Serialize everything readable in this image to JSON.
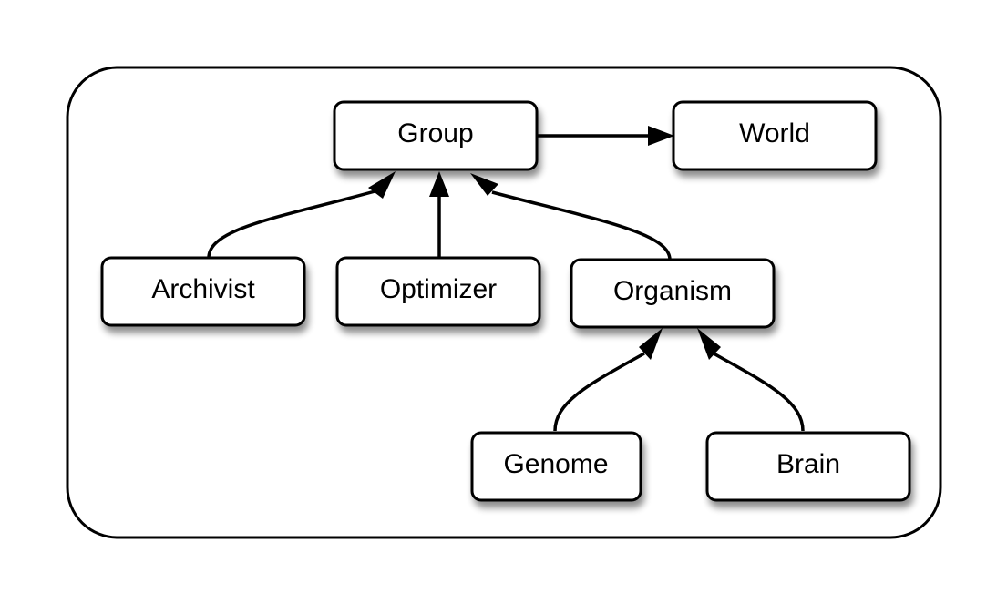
{
  "diagram": {
    "nodes": {
      "group": "Group",
      "world": "World",
      "archivist": "Archivist",
      "optimizer": "Optimizer",
      "organism": "Organism",
      "genome": "Genome",
      "brain": "Brain"
    },
    "edges": [
      {
        "from": "group",
        "to": "world"
      },
      {
        "from": "archivist",
        "to": "group"
      },
      {
        "from": "optimizer",
        "to": "group"
      },
      {
        "from": "organism",
        "to": "group"
      },
      {
        "from": "genome",
        "to": "organism"
      },
      {
        "from": "brain",
        "to": "organism"
      }
    ],
    "colors": {
      "stroke": "#000000",
      "fill": "#ffffff",
      "shadow": "#888888"
    }
  }
}
